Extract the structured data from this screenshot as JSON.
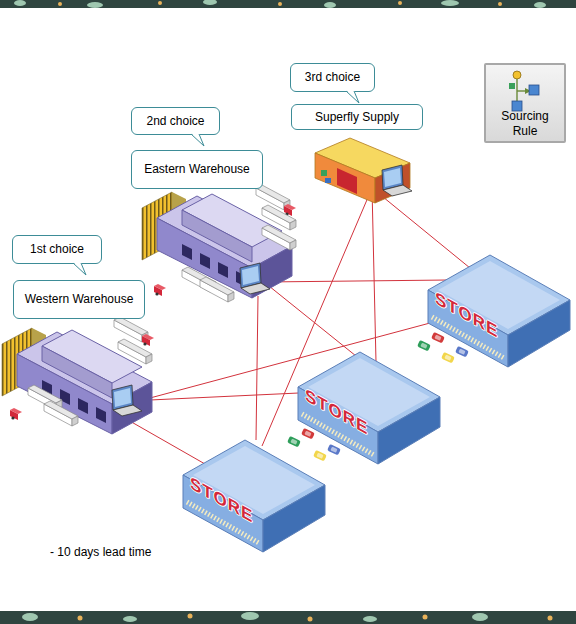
{
  "diagram": {
    "nodes": [
      {
        "text": [
          "3rd choice"
        ]
      },
      {
        "text": [
          "Sourcing Rule"
        ]
      },
      {
        "text": [
          "Superfly Supply"
        ]
      },
      {
        "text": [
          "2nd choice"
        ]
      },
      {
        "text": [
          "Eastern Warehouse"
        ]
      },
      {
        "text": [
          "1st choice"
        ]
      },
      {
        "text": [
          "Western Warehouse"
        ]
      }
    ],
    "labels": [
      "STORE",
      "STORE",
      "STORE",
      "- 10 days lead time"
    ]
  }
}
